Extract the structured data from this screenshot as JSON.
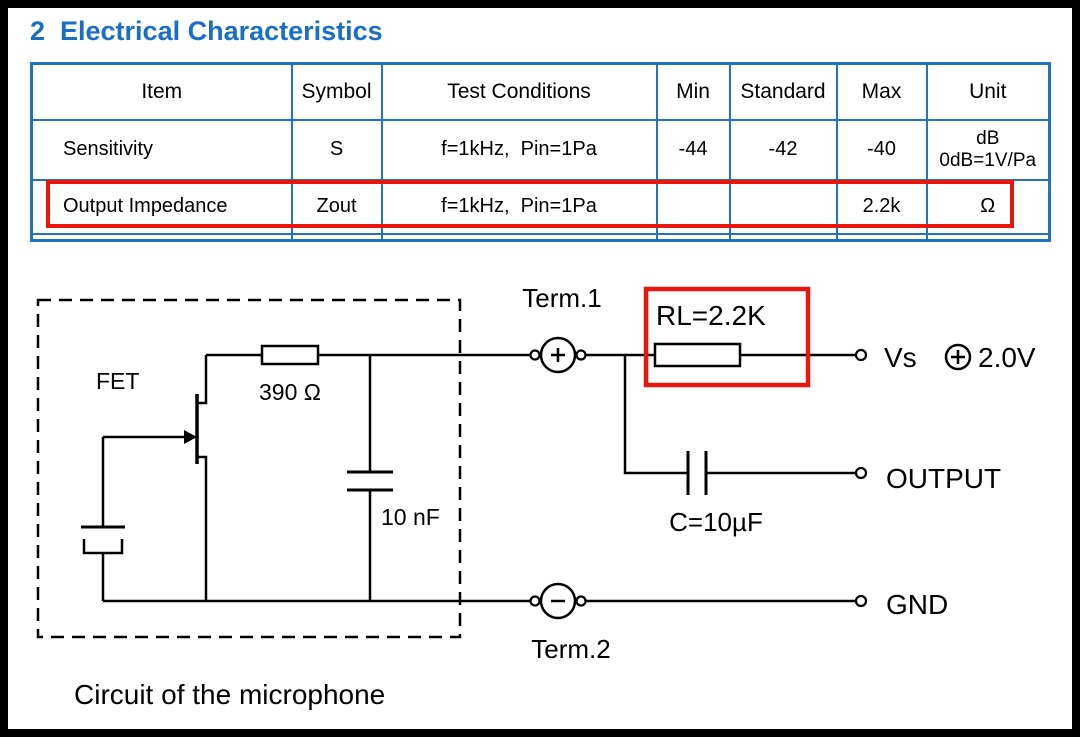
{
  "page": {
    "title": "2  Electrical Characteristics"
  },
  "table": {
    "headers": [
      "Item",
      "Symbol",
      "Test Conditions",
      "Min",
      "Standard",
      "Max",
      "Unit"
    ],
    "rows": [
      {
        "item": "Sensitivity",
        "symbol": "S",
        "test_conditions": "f=1kHz,  Pin=1Pa",
        "min": "-44",
        "standard": "-42",
        "max": "-40",
        "unit_lines": [
          "dB",
          "0dB=1V/Pa"
        ]
      },
      {
        "item": "Output Impedance",
        "symbol": "Zout",
        "test_conditions": "f=1kHz,  Pin=1Pa",
        "min": "",
        "standard": "",
        "max": "2.2k",
        "unit_lines": [
          "Ω"
        ]
      }
    ]
  },
  "circuit": {
    "term1_label": "Term.1",
    "term2_label": "Term.2",
    "fet_label": "FET",
    "internal_resistor": "390 Ω",
    "internal_capacitor": "10 nF",
    "load_resistor": "RL=2.2K",
    "supply_prefix": "Vs",
    "supply_value": "2.0V",
    "coupling_capacitor": "C=10µF",
    "output_label": "OUTPUT",
    "ground_label": "GND",
    "caption": "Circuit of the microphone",
    "icons": {
      "term1": "plus-in-circle",
      "term2": "minus-in-circle",
      "supply": "plus-in-circle"
    }
  },
  "colors": {
    "title_blue": "#1a6ec6",
    "table_border_blue": "#2273bb",
    "highlight_red": "#e8170d"
  }
}
